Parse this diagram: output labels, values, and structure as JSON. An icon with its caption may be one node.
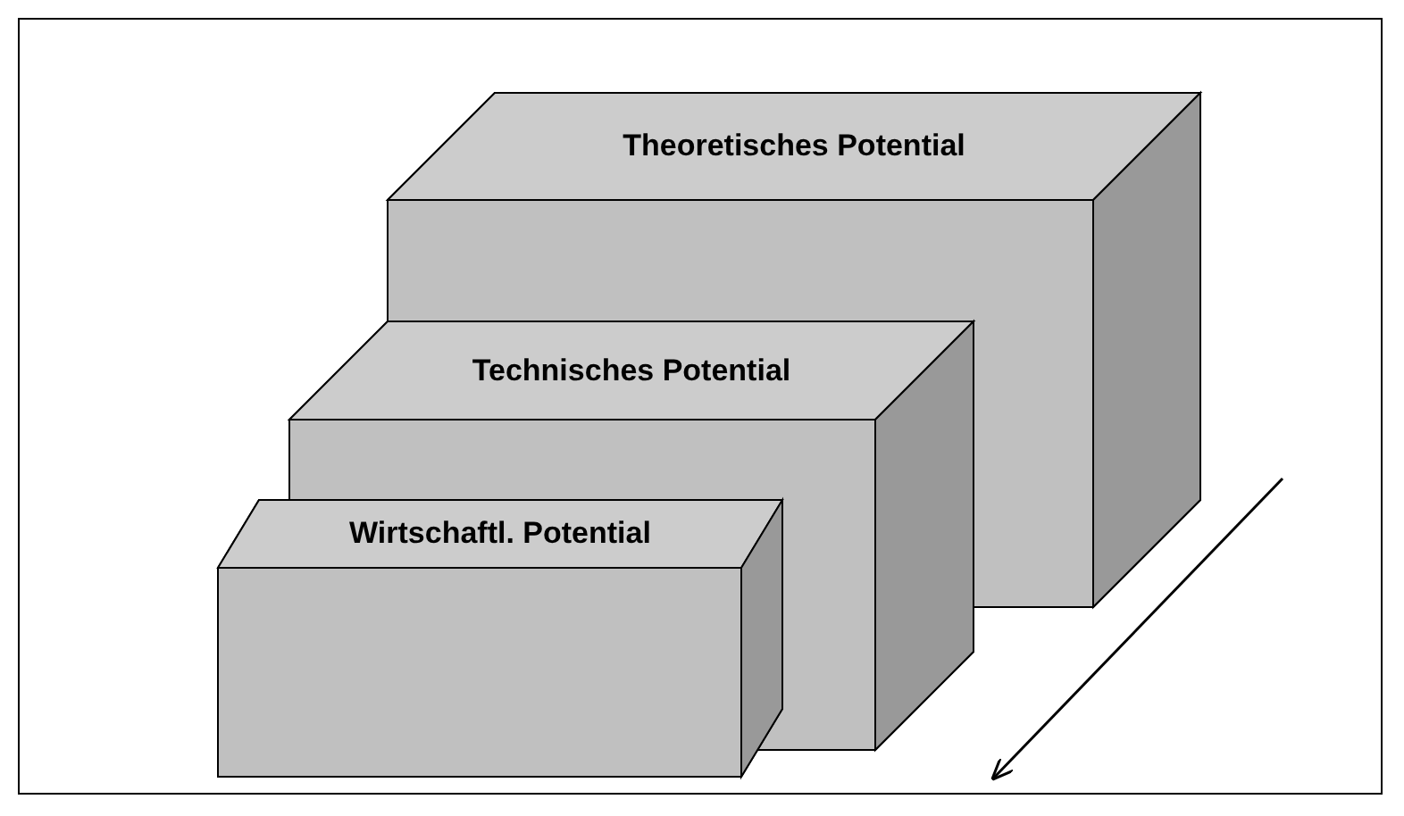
{
  "diagram": {
    "nodes": [
      {
        "text": [
          "Theoretisches Potential"
        ]
      },
      {
        "text": [
          "Technisches Potential"
        ]
      },
      {
        "text": [
          "Wirtschaftl. Potential"
        ]
      }
    ]
  }
}
